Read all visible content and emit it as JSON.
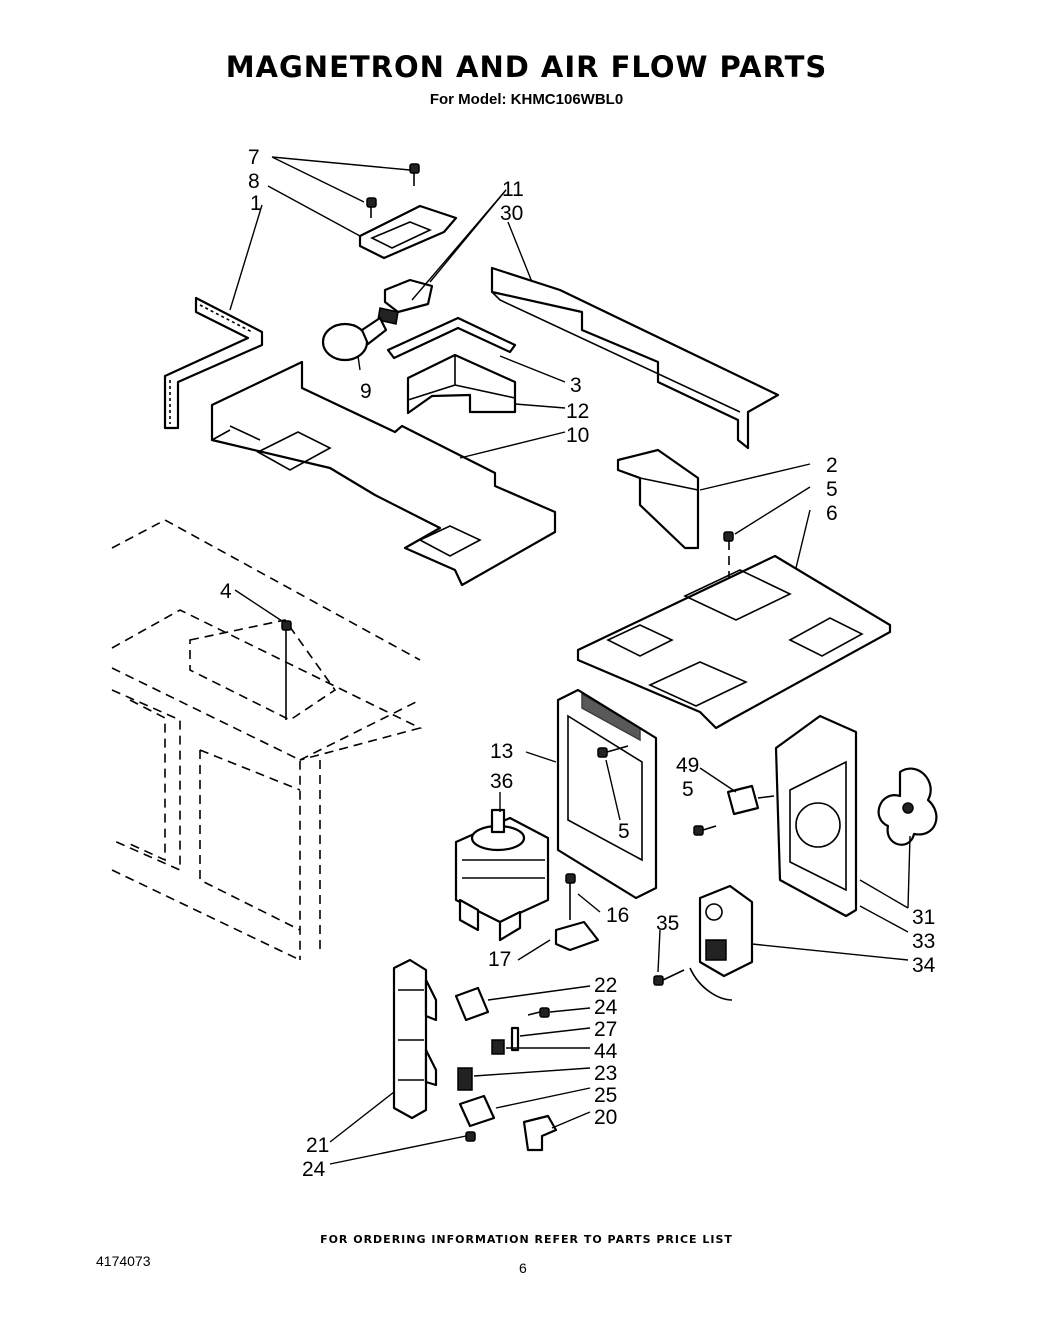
{
  "header": {
    "title": "MAGNETRON AND AIR FLOW PARTS",
    "subtitle": "For Model: KHMC106WBL0"
  },
  "callouts": [
    {
      "id": "c7",
      "label": "7"
    },
    {
      "id": "c8",
      "label": "8"
    },
    {
      "id": "c1",
      "label": "1"
    },
    {
      "id": "c11",
      "label": "11"
    },
    {
      "id": "c30",
      "label": "30"
    },
    {
      "id": "c9",
      "label": "9"
    },
    {
      "id": "c3",
      "label": "3"
    },
    {
      "id": "c12",
      "label": "12"
    },
    {
      "id": "c10",
      "label": "10"
    },
    {
      "id": "c2",
      "label": "2"
    },
    {
      "id": "c5a",
      "label": "5"
    },
    {
      "id": "c6",
      "label": "6"
    },
    {
      "id": "c4",
      "label": "4"
    },
    {
      "id": "c13",
      "label": "13"
    },
    {
      "id": "c36",
      "label": "36"
    },
    {
      "id": "c5b",
      "label": "5"
    },
    {
      "id": "c49",
      "label": "49"
    },
    {
      "id": "c5c",
      "label": "5"
    },
    {
      "id": "c16",
      "label": "16"
    },
    {
      "id": "c17",
      "label": "17"
    },
    {
      "id": "c35",
      "label": "35"
    },
    {
      "id": "c31",
      "label": "31"
    },
    {
      "id": "c33",
      "label": "33"
    },
    {
      "id": "c34",
      "label": "34"
    },
    {
      "id": "c22",
      "label": "22"
    },
    {
      "id": "c24a",
      "label": "24"
    },
    {
      "id": "c27",
      "label": "27"
    },
    {
      "id": "c44",
      "label": "44"
    },
    {
      "id": "c23",
      "label": "23"
    },
    {
      "id": "c25",
      "label": "25"
    },
    {
      "id": "c20",
      "label": "20"
    },
    {
      "id": "c21",
      "label": "21"
    },
    {
      "id": "c24b",
      "label": "24"
    }
  ],
  "footer": {
    "ordering_note": "FOR ORDERING INFORMATION REFER TO PARTS PRICE LIST",
    "document_number": "4174073",
    "page_number": "6"
  }
}
